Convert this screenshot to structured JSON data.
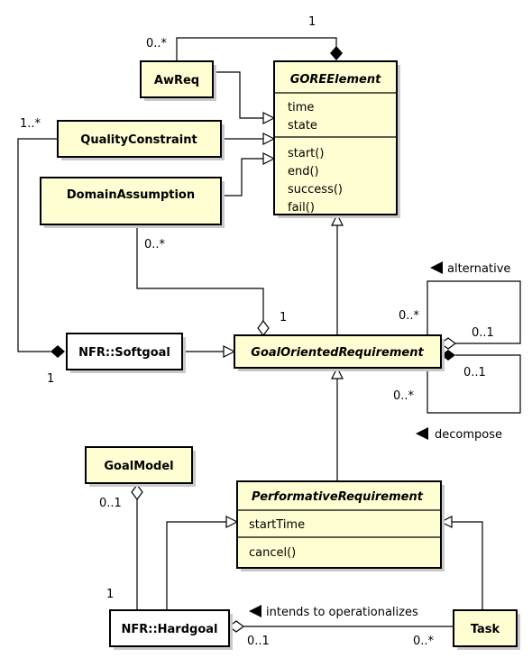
{
  "classes": {
    "awreq": {
      "name": "AwReq"
    },
    "goreelement": {
      "name": "GOREElement",
      "attributes": [
        "time",
        "state"
      ],
      "operations": [
        "start()",
        "end()",
        "success()",
        "fail()"
      ]
    },
    "qualityconstraint": {
      "name": "QualityConstraint"
    },
    "domainassumption": {
      "name": "DomainAssumption"
    },
    "softgoal": {
      "name": "NFR::Softgoal"
    },
    "goalorientedrequirement": {
      "name": "GoalOrientedRequirement"
    },
    "goalmodel": {
      "name": "GoalModel"
    },
    "performativerequirement": {
      "name": "PerformativeRequirement",
      "attributes": [
        "startTime"
      ],
      "operations": [
        "cancel()"
      ]
    },
    "hardgoal": {
      "name": "NFR::Hardgoal"
    },
    "task": {
      "name": "Task"
    }
  },
  "labels": {
    "awreq_gore_source": "0..*",
    "awreq_gore_target": "1",
    "qc_mult": "1..*",
    "qc_soft_mult": "1",
    "da_mult": "0..*",
    "da_gor_mult": "1",
    "alternative": "alternative",
    "alt_source": "0..*",
    "alt_target": "0..1",
    "decompose": "decompose",
    "dec_source": "0..1",
    "dec_target": "0..*",
    "goalmodel_mult": "0..1",
    "hardgoal_mult": "1",
    "intends": "intends to operationalizes",
    "hard_task_source": "0..1",
    "hard_task_target": "0..*"
  }
}
